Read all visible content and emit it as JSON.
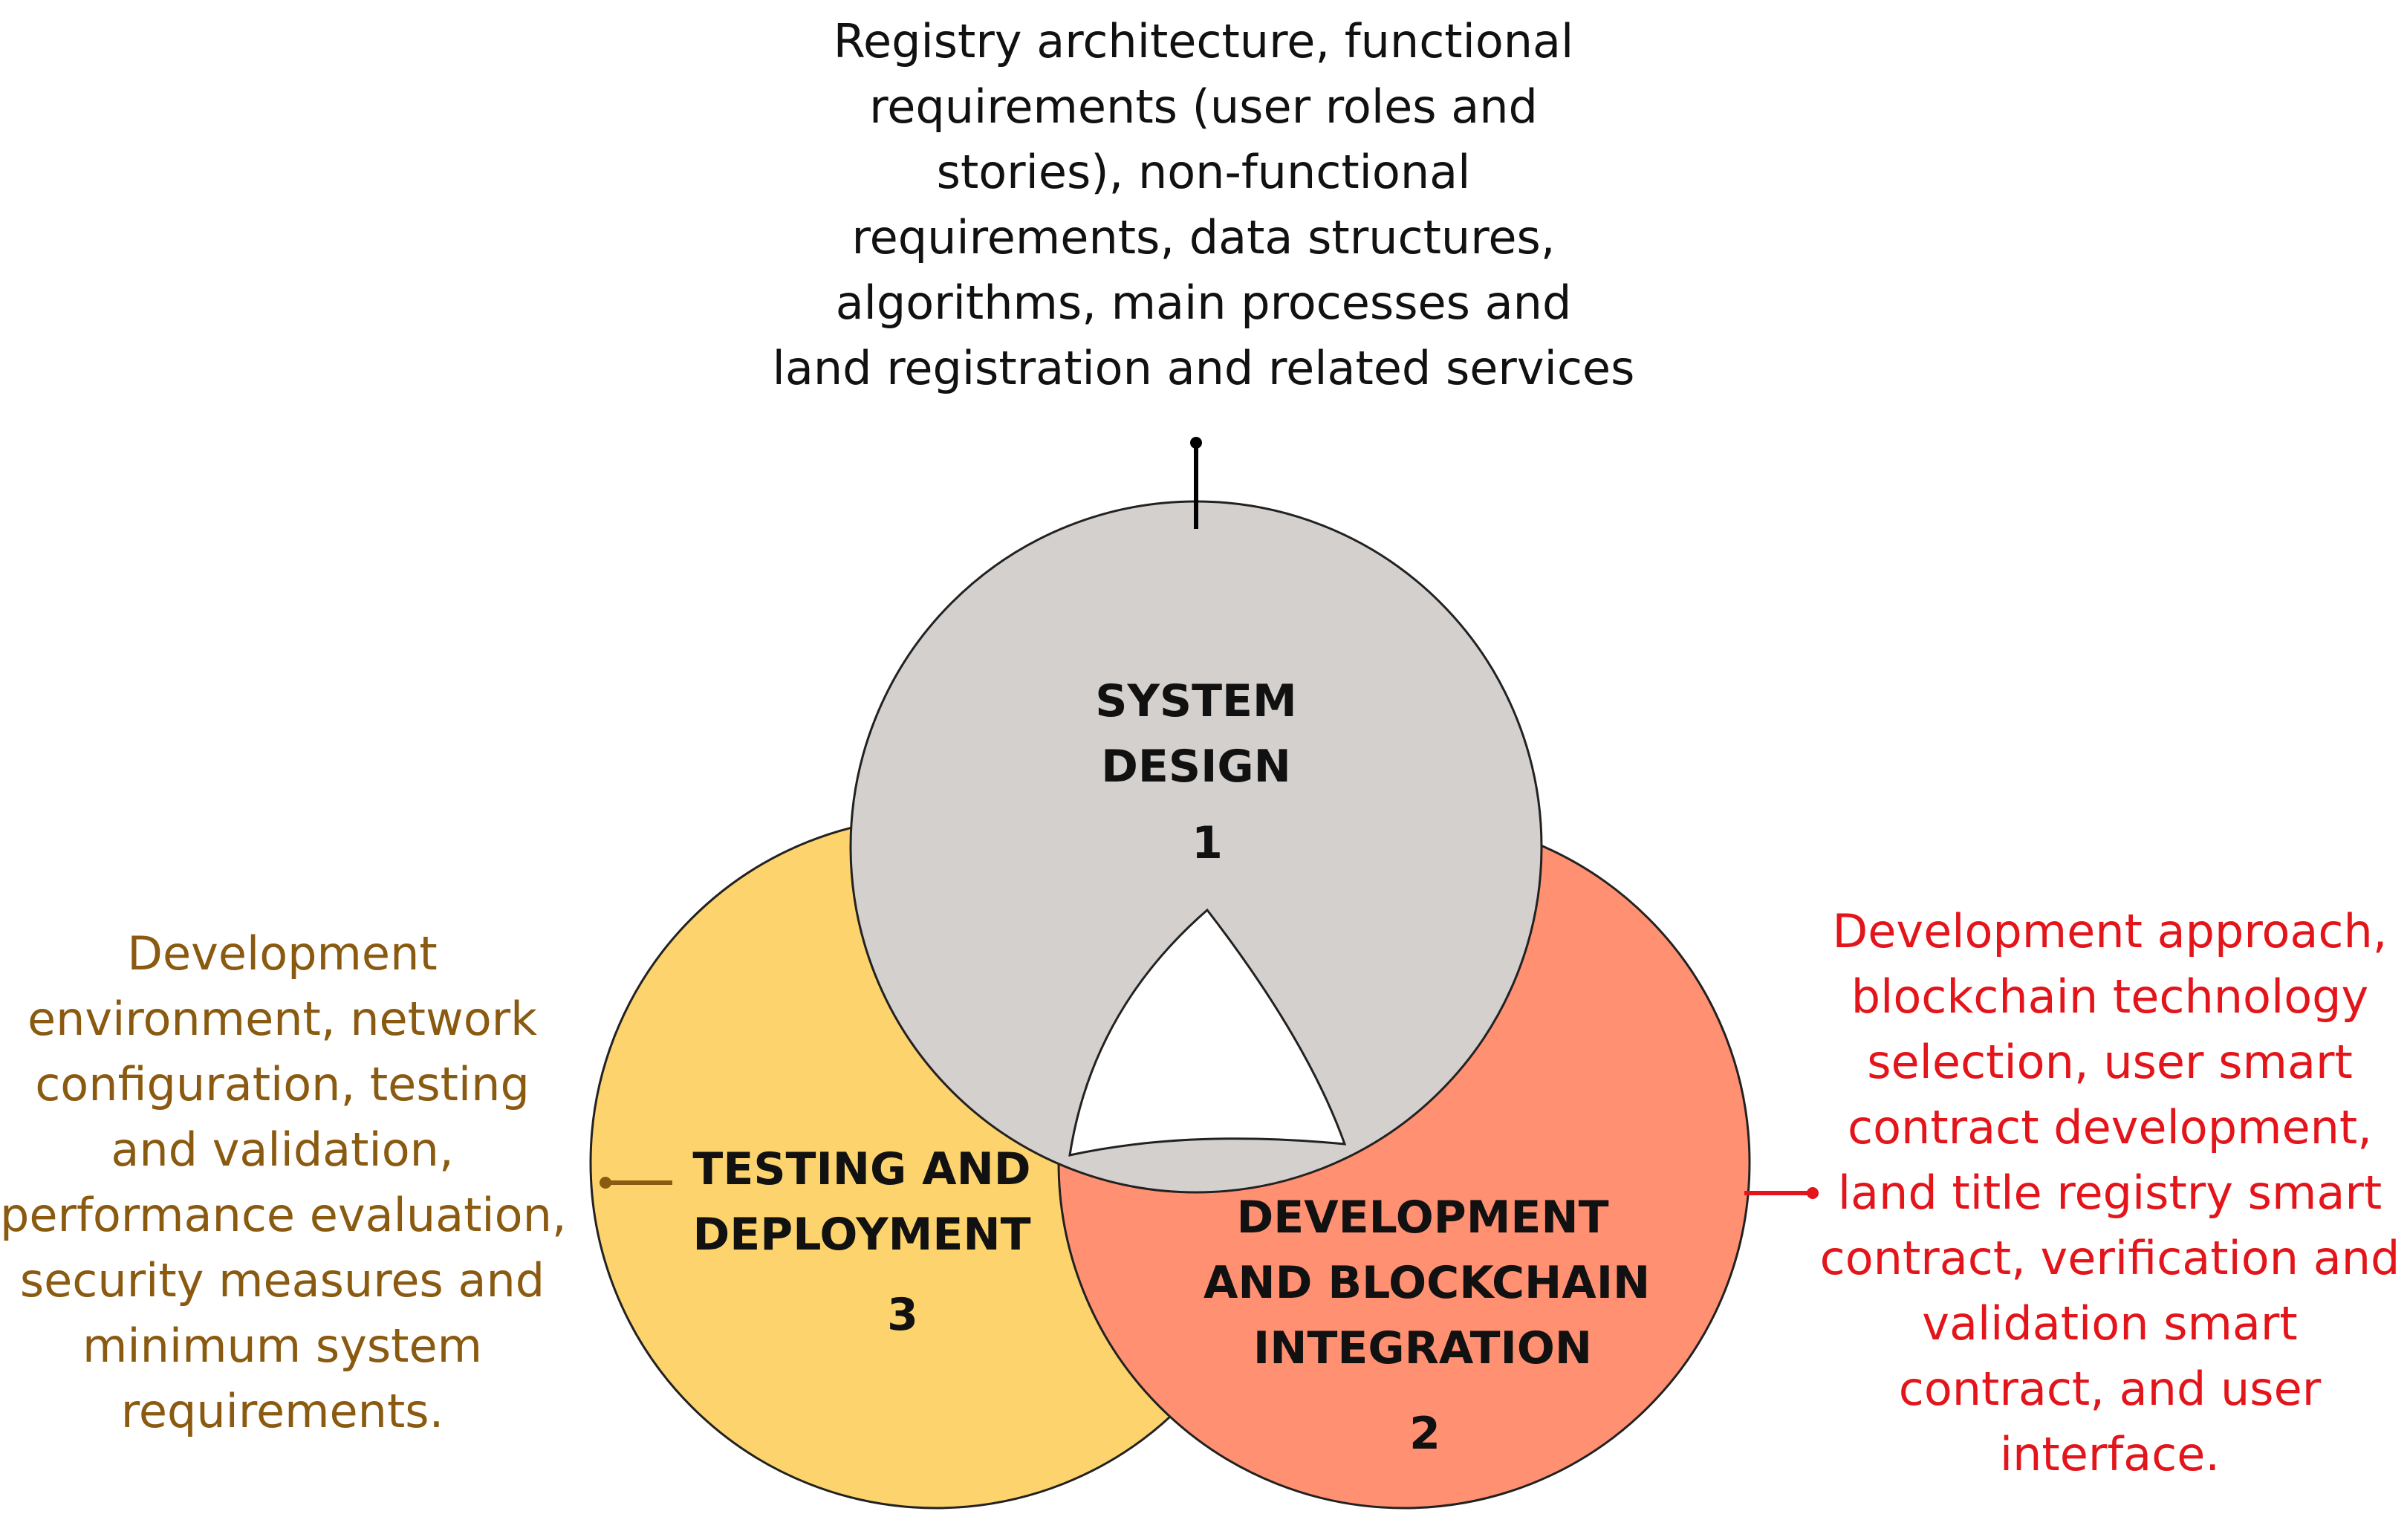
{
  "colors": {
    "system_design_fill": "#d3d0ce",
    "development_fill": "#ff9072",
    "testing_fill": "#fdd36d",
    "top_connector": "#000000",
    "left_connector": "#8a5a10",
    "right_connector": "#e3151b"
  },
  "top_description": [
    "Registry architecture, functional",
    "requirements (user roles and",
    "stories), non-functional",
    "requirements, data structures,",
    "algorithms, main processes and",
    "land registration and related services"
  ],
  "left_description": [
    "Development",
    "environment, network",
    "configuration, testing",
    "and validation,",
    "performance evaluation,",
    "security measures and",
    "minimum system",
    "requirements."
  ],
  "right_description": [
    "Development approach,",
    "blockchain technology",
    "selection, user smart",
    "contract development,",
    "land title registry smart",
    "contract, verification and",
    "validation smart",
    "contract, and user",
    "interface."
  ],
  "phases": [
    {
      "id": "system-design",
      "label_lines": [
        "SYSTEM",
        "DESIGN"
      ],
      "number": "1"
    },
    {
      "id": "development",
      "label_lines": [
        "DEVELOPMENT",
        "AND BLOCKCHAIN",
        "INTEGRATION"
      ],
      "number": "2"
    },
    {
      "id": "testing",
      "label_lines": [
        "TESTING AND",
        "DEPLOYMENT"
      ],
      "number": "3"
    }
  ]
}
